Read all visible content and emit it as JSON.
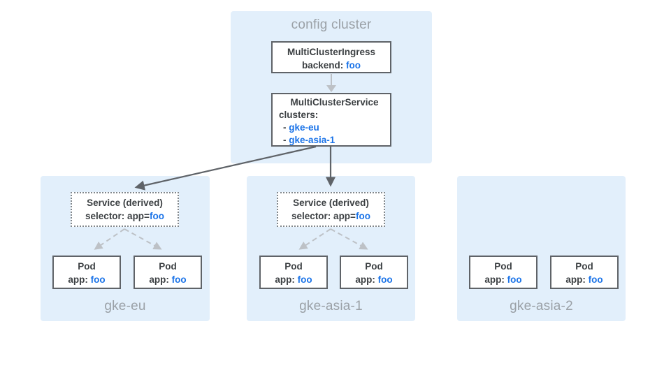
{
  "colors": {
    "accent_blue": "#1A73E8",
    "cluster_bg": "#E2EFFB",
    "box_border": "#5F6368",
    "text_dark": "#3C4043",
    "muted_label": "#9AA0A6",
    "connector_light": "#BDC1C6",
    "connector_dark": "#5F6368",
    "dotted_border": "#80868B"
  },
  "config_cluster": {
    "label": "config cluster",
    "ingress": {
      "title": "MultiClusterIngress",
      "backend_prefix": "backend: ",
      "backend_value": "foo"
    },
    "service": {
      "title": "MultiClusterService",
      "clusters_label": "clusters:",
      "items": [
        {
          "prefix": "- ",
          "name": "gke-eu"
        },
        {
          "prefix": "- ",
          "name": "gke-asia-1"
        }
      ]
    }
  },
  "clusters": [
    {
      "label": "gke-eu",
      "service": {
        "title": "Service (derived)",
        "selector_prefix": "selector: app=",
        "selector_value": "foo"
      },
      "pods": [
        {
          "title": "Pod",
          "app_prefix": "app: ",
          "app_value": "foo"
        },
        {
          "title": "Pod",
          "app_prefix": "app: ",
          "app_value": "foo"
        }
      ]
    },
    {
      "label": "gke-asia-1",
      "service": {
        "title": "Service (derived)",
        "selector_prefix": "selector: app=",
        "selector_value": "foo"
      },
      "pods": [
        {
          "title": "Pod",
          "app_prefix": "app: ",
          "app_value": "foo"
        },
        {
          "title": "Pod",
          "app_prefix": "app: ",
          "app_value": "foo"
        }
      ]
    },
    {
      "label": "gke-asia-2",
      "pods": [
        {
          "title": "Pod",
          "app_prefix": "app: ",
          "app_value": "foo"
        },
        {
          "title": "Pod",
          "app_prefix": "app: ",
          "app_value": "foo"
        }
      ]
    }
  ]
}
